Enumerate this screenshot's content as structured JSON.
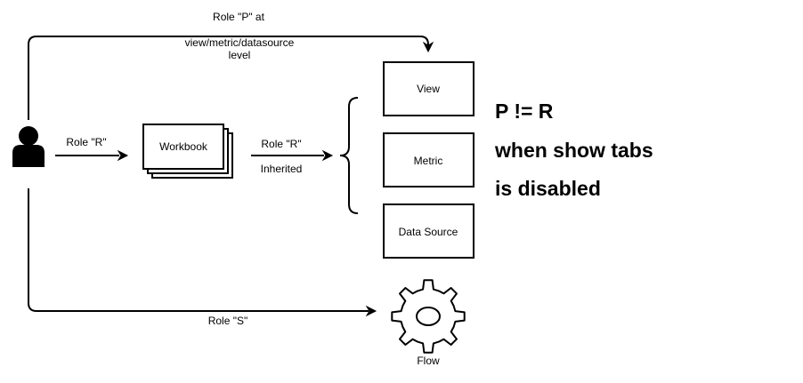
{
  "diagram": {
    "labels": {
      "role_p_line1": "Role \"P\" at",
      "role_p_line2": "view/metric/datasource",
      "role_p_line3": "level",
      "role_r": "Role \"R\"",
      "role_r_inherited": "Role \"R\"",
      "inherited": "Inherited",
      "role_s": "Role \"S\""
    },
    "nodes": {
      "workbook": "Workbook",
      "view": "View",
      "metric": "Metric",
      "data_source": "Data Source",
      "flow": "Flow"
    },
    "note": {
      "line1": "P != R",
      "line2": "when show tabs",
      "line3": "is disabled"
    },
    "icons": {
      "user": "user-icon",
      "flow": "gear-icon"
    }
  }
}
